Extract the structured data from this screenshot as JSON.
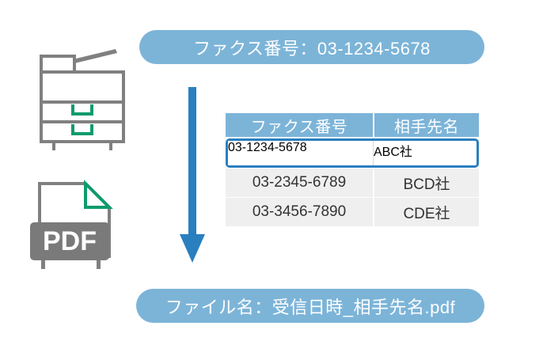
{
  "colors": {
    "pill_bg": "#7CB4D8",
    "pill_text": "#ffffff",
    "arrow": "#2A7FBF",
    "header_bg": "#7CB4D8",
    "row_bg": "#EFEFEF",
    "highlight_border": "#2A7FBF",
    "icon_gray": "#808080",
    "icon_green": "#0E9B6E",
    "pdf_band": "#7A7A7A",
    "text": "#333333"
  },
  "top_banner": {
    "label": "ファクス番号：03-1234-5678"
  },
  "bottom_banner": {
    "label": "ファイル名：受信日時_相手先名.pdf"
  },
  "icons": {
    "mfp": "multifunction-printer-icon",
    "pdf": "pdf-file-icon",
    "pdf_label": "PDF",
    "arrow": "down-arrow-icon"
  },
  "table": {
    "columns": [
      "ファクス番号",
      "相手先名"
    ],
    "rows": [
      {
        "fax": "03-1234-5678",
        "name": "ABC社",
        "highlighted": true
      },
      {
        "fax": "03-2345-6789",
        "name": "BCD社",
        "highlighted": false
      },
      {
        "fax": "03-3456-7890",
        "name": "CDE社",
        "highlighted": false
      }
    ]
  }
}
